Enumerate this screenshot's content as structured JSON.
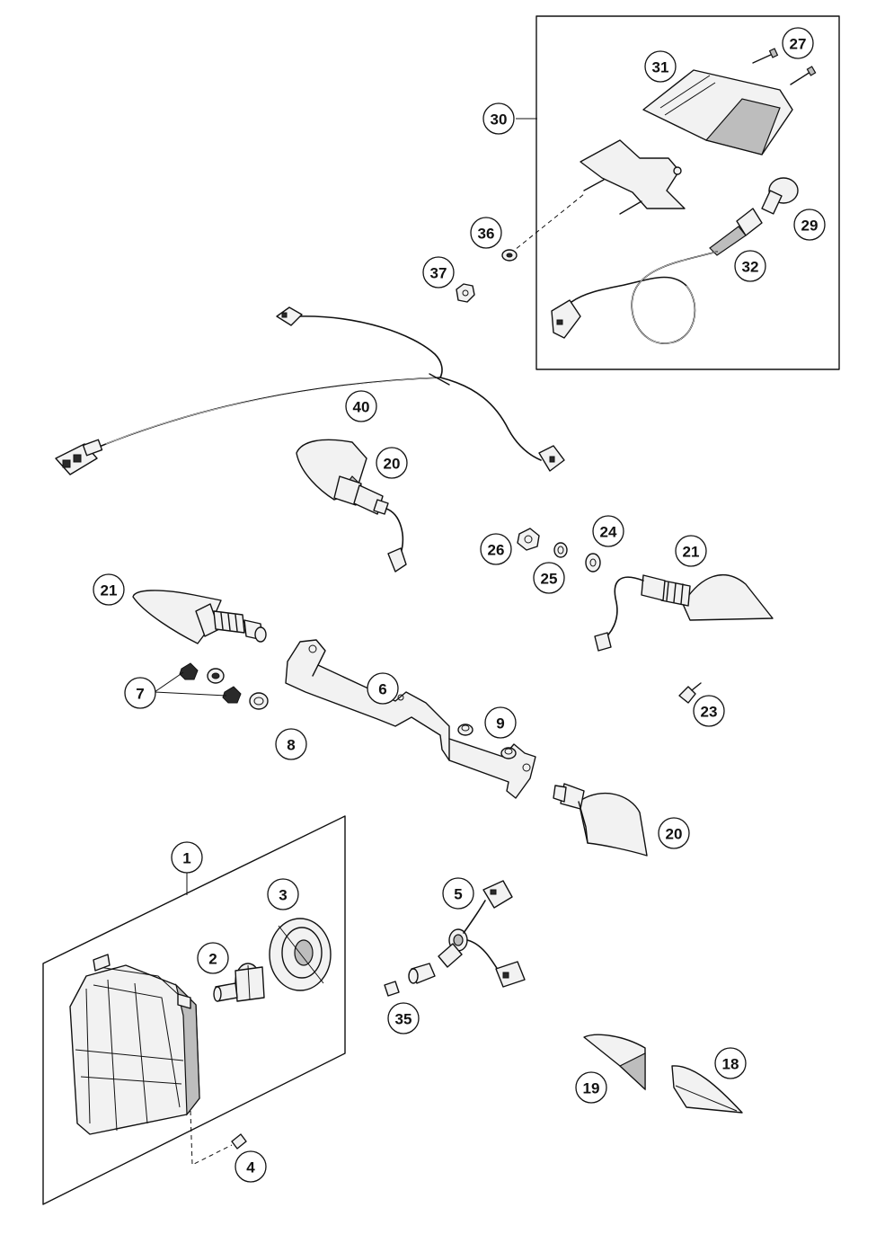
{
  "callouts": [
    {
      "id": "c1",
      "label": "1"
    },
    {
      "id": "c2",
      "label": "2"
    },
    {
      "id": "c3",
      "label": "3"
    },
    {
      "id": "c4",
      "label": "4"
    },
    {
      "id": "c5",
      "label": "5"
    },
    {
      "id": "c6",
      "label": "6"
    },
    {
      "id": "c7",
      "label": "7"
    },
    {
      "id": "c8",
      "label": "8"
    },
    {
      "id": "c9",
      "label": "9"
    },
    {
      "id": "c18",
      "label": "18"
    },
    {
      "id": "c19",
      "label": "19"
    },
    {
      "id": "c20a",
      "label": "20"
    },
    {
      "id": "c20b",
      "label": "20"
    },
    {
      "id": "c21a",
      "label": "21"
    },
    {
      "id": "c21b",
      "label": "21"
    },
    {
      "id": "c23",
      "label": "23"
    },
    {
      "id": "c24",
      "label": "24"
    },
    {
      "id": "c25",
      "label": "25"
    },
    {
      "id": "c26",
      "label": "26"
    },
    {
      "id": "c27",
      "label": "27"
    },
    {
      "id": "c29",
      "label": "29"
    },
    {
      "id": "c30",
      "label": "30"
    },
    {
      "id": "c31",
      "label": "31"
    },
    {
      "id": "c32",
      "label": "32"
    },
    {
      "id": "c35",
      "label": "35"
    },
    {
      "id": "c36",
      "label": "36"
    },
    {
      "id": "c37",
      "label": "37"
    },
    {
      "id": "c40",
      "label": "40"
    }
  ]
}
